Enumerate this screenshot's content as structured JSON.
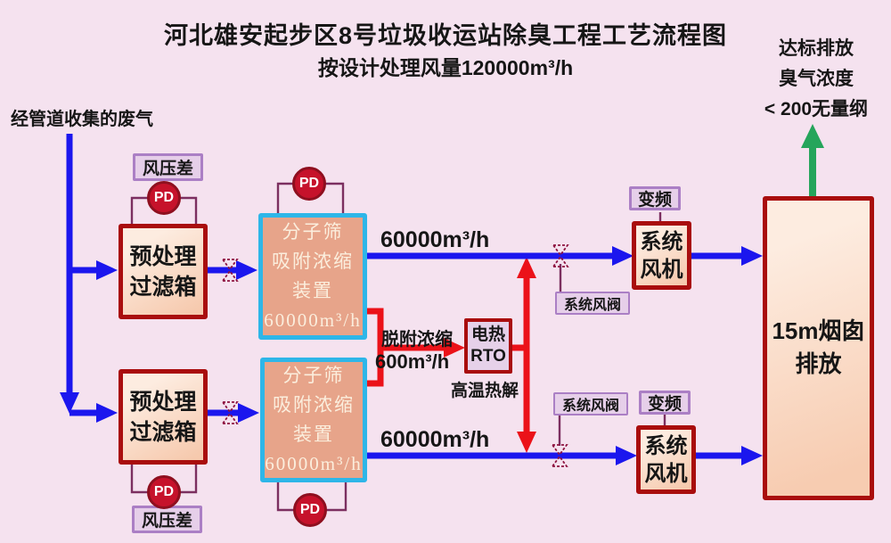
{
  "title": "河北雄安起步区8号垃圾收运站除臭工程工艺流程图",
  "subtitle": "按设计处理风量120000m³/h",
  "inlet_label": "经管道收集的废气",
  "outlet": {
    "line1": "达标排放",
    "line2": "臭气浓度",
    "line3": "< 200无量纲"
  },
  "labels": {
    "pd": "PD",
    "pressure_diff": "风压差",
    "vfd": "变频",
    "system_valve": "系统风阀",
    "branch_flow": "60000m³/h",
    "desorb": "脱附浓缩",
    "desorb_flow": "600m³/h",
    "pyrolysis": "高温热解"
  },
  "equipment": {
    "prefilter_line1": "预处理",
    "prefilter_line2": "过滤箱",
    "sieve_line1": "分子筛",
    "sieve_line2": "吸附浓缩",
    "sieve_line3": "装置",
    "sieve_line4": "60000m³/h",
    "rto_line1": "电热",
    "rto_line2": "RTO",
    "fan_line1": "系统",
    "fan_line2": "风机",
    "stack_line1": "15m烟囱",
    "stack_line2": "排放"
  },
  "colors": {
    "background": "#f5e2ef",
    "flow_blue": "#1b16ee",
    "flow_red": "#eb1219",
    "flow_green": "#25a55b",
    "box_border_red": "#a90d0d",
    "box_border_cyan": "#2eb6e8",
    "sieve_fill": "#e7a48a",
    "sieve_text": "#fbeedd",
    "label_fill": "#e6cfe9",
    "label_border": "#ab7fc5",
    "pd_fill": "#c6122b",
    "connector": "#7c2f60",
    "valve": "#8e1440",
    "rto_fill": "#e6d1e9"
  }
}
